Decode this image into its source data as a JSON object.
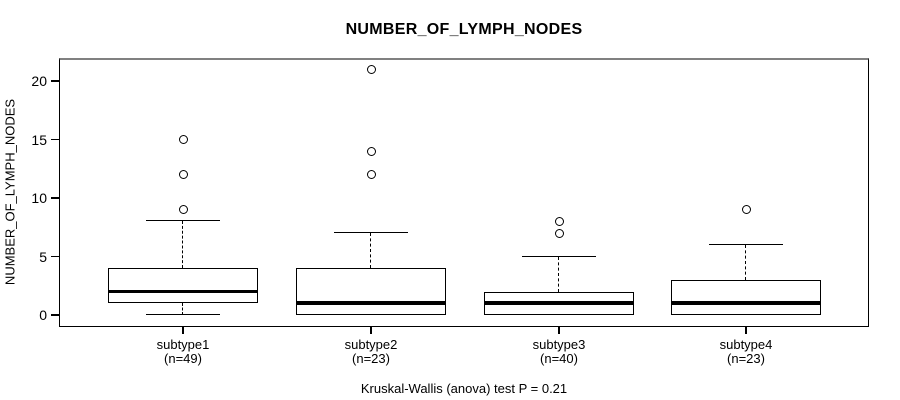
{
  "title": "NUMBER_OF_LYMPH_NODES",
  "chart_data": {
    "type": "boxplot",
    "title": "NUMBER_OF_LYMPH_NODES",
    "xlabel": "",
    "ylabel": "NUMBER_OF_LYMPH_NODES",
    "annotation": "Kruskal-Wallis (anova) test P = 0.21",
    "categories": [
      "subtype1",
      "subtype2",
      "subtype3",
      "subtype4"
    ],
    "sample_sizes": [
      "(n=49)",
      "(n=23)",
      "(n=40)",
      "(n=23)"
    ],
    "yticks": [
      0,
      5,
      10,
      15,
      20
    ],
    "ylim": [
      0,
      21
    ],
    "grid": false,
    "legend": "none",
    "series": [
      {
        "name": "subtype1",
        "n": 49,
        "whisker_low": 0,
        "q1": 1,
        "median": 2,
        "q3": 4,
        "whisker_high": 8,
        "outliers": [
          9,
          12,
          15
        ]
      },
      {
        "name": "subtype2",
        "n": 23,
        "whisker_low": 0,
        "q1": 0,
        "median": 1,
        "q3": 4,
        "whisker_high": 7,
        "outliers": [
          12,
          14,
          21
        ]
      },
      {
        "name": "subtype3",
        "n": 40,
        "whisker_low": 0,
        "q1": 0,
        "median": 1,
        "q3": 2,
        "whisker_high": 5,
        "outliers": [
          7,
          8
        ]
      },
      {
        "name": "subtype4",
        "n": 23,
        "whisker_low": 0,
        "q1": 0,
        "median": 1,
        "q3": 3,
        "whisker_high": 6,
        "outliers": [
          9
        ]
      }
    ],
    "colors": {
      "box_fill": "#ffffff",
      "box_border": "#000000",
      "median": "#000000",
      "frame_top": "#808080",
      "frame": "#000000",
      "text": "#000000",
      "background": "#ffffff"
    }
  }
}
